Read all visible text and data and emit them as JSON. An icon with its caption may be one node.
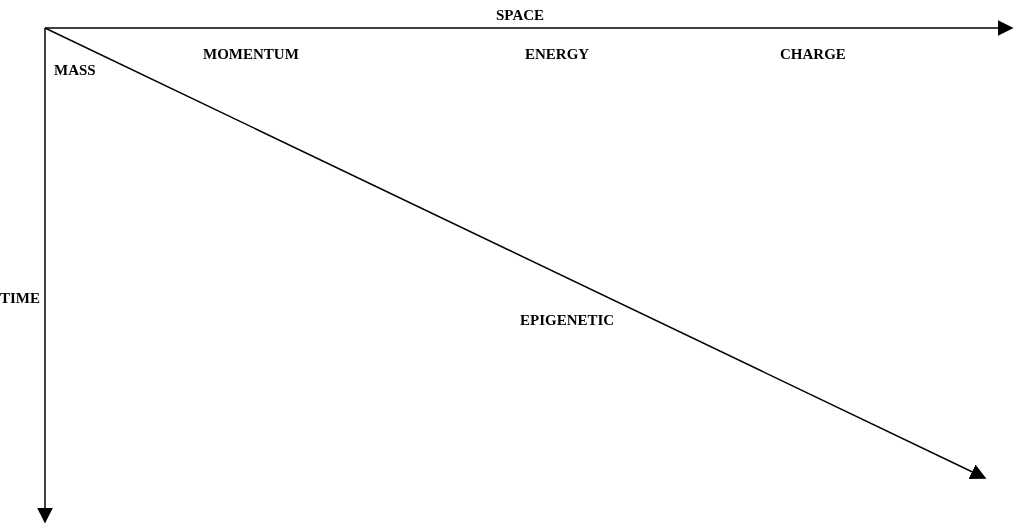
{
  "diagram": {
    "labels": [
      "SPACE",
      "MASS",
      "MOMENTUM",
      "ENERGY",
      "CHARGE",
      "TIME",
      "EPIGENETIC"
    ]
  }
}
